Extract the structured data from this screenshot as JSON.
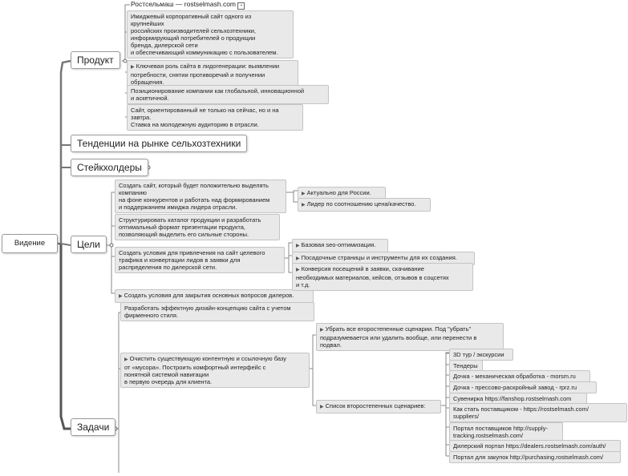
{
  "root": {
    "label": "Видение"
  },
  "branches": {
    "product": {
      "label": "Продукт",
      "title": "Ростсельмаш — rostselmash.com",
      "notes": [
        {
          "lines": [
            "Имиджевый корпоративный сайт одного из",
            "крупнейших",
            "российских производителей сельхозтехники,",
            "информирующий потребителей о продукции",
            "бренда, дилерской сети",
            "и обеспечивающий коммуникацию с пользователем."
          ]
        },
        {
          "lines": [
            "Ключевая роль сайта в лидогенерации: выявлении",
            "потребности, снятии противоречий и получении",
            "обращения."
          ]
        },
        {
          "lines": [
            "Позиционирование компании как глобальной, инновационной",
            "и аскетичной."
          ]
        },
        {
          "lines": [
            "Сайт, ориентированный не только на сейчас, но и на",
            "завтра.",
            "Ставка на молодежную аудиторию в отрасли."
          ]
        }
      ]
    },
    "trends": {
      "label": "Тенденции на рынке сельхозтехники"
    },
    "stakeholders": {
      "label": "Стейкхолдеры"
    },
    "goals": {
      "label": "Цели",
      "items": [
        {
          "lines": [
            "Создать сайт, который будет положительно выделять",
            "компанию",
            "на фоне конкурентов и работать над формированием",
            "и поддержанием имиджа лидера отрасли."
          ],
          "children": [
            "Актуально для России.",
            "Лидер по соотношению цена/качество."
          ]
        },
        {
          "lines": [
            "Структурировать каталог продукции и разработать",
            "оптимальный формат презентации продукта,",
            "позволяющий выделить его сильные стороны."
          ]
        },
        {
          "lines": [
            "Создать условия для привлечения на сайт целевого",
            "трафика и конвертации лидов в заявки для",
            "распределения по дилерской сети."
          ],
          "children": [
            "Базовая seo-оптимизация.",
            "Посадочные страницы и инструменты для их создания.",
            "Конверсия посещений в заявки, скачивание|необходимых материалов, кейсов, отзывов в соцсетях|и т.д."
          ]
        },
        {
          "lines": [
            "Создать условия для закрытия основных вопросов дилеров."
          ]
        }
      ]
    },
    "tasks": {
      "label": "Задачи",
      "items": [
        {
          "lines": [
            "Разработать эффектную дизайн-концепцию сайта с учетом",
            "фирменного стиля."
          ]
        },
        {
          "lines": [
            "Очистить существующую контентную и ссылочную базу",
            "от «мусора». Построить комфортный интерфейс с",
            "понятной системой навигации",
            "в первую очередь для клиента."
          ]
        }
      ],
      "sub": {
        "remove": [
          "Убрать все второстепенные сценарии. Под \"убрать\"",
          "подразумевается или удалить вообще, или перенести в",
          "подвал."
        ],
        "list_label": "Список второстепенных сценариев:",
        "scenarios": [
          "3D тур / экскурсии",
          "Тендеры",
          "Дочка - механическая обработка - morsm.ru",
          "Дочка - прессово-раскройный завод - rprz.ru",
          "Сувенирка https://fanshop.rostselmash.com",
          "Как стать поставщиком - https://rostselmash.com/|suppliers/",
          "Портал поставщиков http://supply-|tracking.rostselmash.com/",
          "Дилерский портал https://dealers.rostselmash.com/auth/",
          "Портал для закупок http://purchasing.rostselmash.com/"
        ]
      }
    }
  }
}
